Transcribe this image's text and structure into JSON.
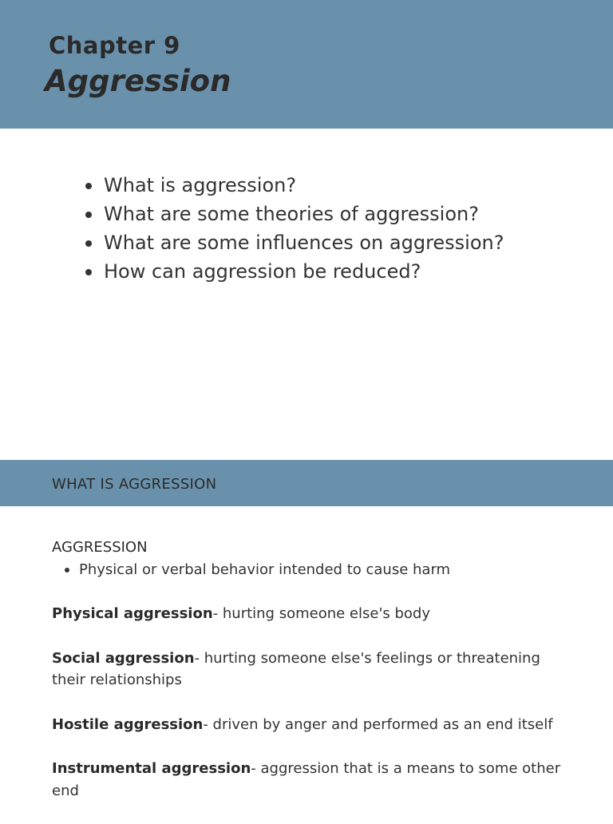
{
  "header": {
    "chapter": "Chapter 9",
    "title": "Aggression"
  },
  "questions": [
    "What is aggression?",
    "What are some theories of aggression?",
    "What are some influences on aggression?",
    "How can aggression be reduced?"
  ],
  "section": {
    "title": "WHAT IS AGGRESSION",
    "heading": "AGGRESSION",
    "definition": "Physical or verbal behavior intended to cause harm",
    "terms": [
      {
        "term": "Physical aggression",
        "desc": "- hurting someone else's body"
      },
      {
        "term": "Social aggression",
        "desc": "- hurting someone else's feelings or threatening their relationships"
      },
      {
        "term": "Hostile aggression",
        "desc": "- driven by anger and performed as an end itself"
      },
      {
        "term": "Instrumental aggression",
        "desc": "- aggression that is a means to some other end"
      }
    ]
  },
  "colors": {
    "banner": "#6a91ab",
    "text": "#2b2b2b"
  }
}
